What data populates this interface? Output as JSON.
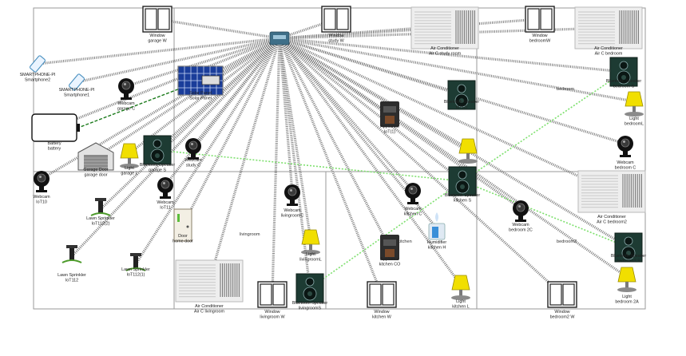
{
  "rooms": [
    "bedroom",
    "livingroom",
    "kitchen",
    "bedroom2"
  ],
  "devices": [
    {
      "id": "hub",
      "type": "hub",
      "lines": []
    },
    {
      "id": "win_garage",
      "type": "window",
      "lines": [
        "Window",
        "garage W"
      ]
    },
    {
      "id": "win_study",
      "type": "window",
      "lines": [
        "Window",
        "study W"
      ]
    },
    {
      "id": "ac_study",
      "type": "ac",
      "lines": [
        "Air Conditioner",
        "Air C study room"
      ]
    },
    {
      "id": "win_bedroom",
      "type": "window",
      "lines": [
        "Window",
        "bedroomW"
      ]
    },
    {
      "id": "ac_bedroom",
      "type": "ac",
      "lines": [
        "Air Conditioner",
        "Air C bedroom"
      ]
    },
    {
      "id": "phone2",
      "type": "phone",
      "lines": [
        "SMARTPHONE-PI",
        "Smartphone2"
      ]
    },
    {
      "id": "phone1",
      "type": "phone",
      "lines": [
        "SMARTPHONE-PI",
        "Smartphone1"
      ]
    },
    {
      "id": "cam_garage",
      "type": "webcam",
      "lines": [
        "Webcam",
        "garage C"
      ]
    },
    {
      "id": "solar",
      "type": "solar",
      "lines": [
        "Solar Panel",
        "Solar Panel"
      ]
    },
    {
      "id": "battery",
      "type": "battery",
      "lines": [
        "Battery",
        "battery"
      ]
    },
    {
      "id": "garage_door",
      "type": "garage",
      "lines": [
        "Garage Door",
        "garage door"
      ]
    },
    {
      "id": "light_garage",
      "type": "light",
      "lines": [
        "Light",
        "garage L"
      ]
    },
    {
      "id": "spk_garage",
      "type": "speaker",
      "lines": [
        "Bluetooth Speaker",
        "garage S"
      ]
    },
    {
      "id": "cam_study",
      "type": "webcam",
      "lines": [
        "Webcam",
        "study C"
      ]
    },
    {
      "id": "cam_iot10",
      "type": "webcam",
      "lines": [
        "Webcam",
        "IoT10"
      ]
    },
    {
      "id": "cam_iot11",
      "type": "webcam",
      "lines": [
        "Webcam",
        "IoT11"
      ]
    },
    {
      "id": "lawn_1122",
      "type": "sprinkler",
      "lines": [
        "Lawn Sprinkler",
        "IoT112(2)"
      ]
    },
    {
      "id": "lawn_112",
      "type": "sprinkler",
      "lines": [
        "Lawn Sprinkler",
        "IoT112"
      ]
    },
    {
      "id": "lawn_1121",
      "type": "sprinkler",
      "lines": [
        "Lawn Sprinkler",
        "IoT112(1)"
      ]
    },
    {
      "id": "door_home",
      "type": "door",
      "lines": [
        "Door",
        "home door"
      ]
    },
    {
      "id": "ac_living",
      "type": "ac",
      "lines": [
        "Air Conditioner",
        "Air C livingroom"
      ]
    },
    {
      "id": "win_living",
      "type": "window",
      "lines": [
        "Window",
        "livingroom W"
      ]
    },
    {
      "id": "spk_living",
      "type": "speaker",
      "lines": [
        "Bluetooth Speaker",
        "livingroomS"
      ]
    },
    {
      "id": "light_living",
      "type": "light",
      "lines": [
        "Light",
        "livingroomL"
      ]
    },
    {
      "id": "cam_living",
      "type": "webcam",
      "lines": [
        "Webcam",
        "livingroomC"
      ]
    },
    {
      "id": "app_iot",
      "type": "coffee",
      "lines": [
        "Appliance",
        "IoT(1)"
      ]
    },
    {
      "id": "spk_study",
      "type": "speaker",
      "lines": [
        "Bluetooth Speaker",
        "IoT(2)"
      ]
    },
    {
      "id": "light_iot",
      "type": "light",
      "lines": [
        "",
        ""
      ]
    },
    {
      "id": "spk_kitchen",
      "type": "speaker",
      "lines": [
        "Bluetooth Speaker",
        "kitchen S"
      ]
    },
    {
      "id": "cam_kitchen",
      "type": "webcam",
      "lines": [
        "Webcam",
        "kitchen C"
      ]
    },
    {
      "id": "app_kitchen",
      "type": "coffee",
      "lines": [
        "Appliance",
        "kitchen CO"
      ]
    },
    {
      "id": "humid",
      "type": "humidifier",
      "lines": [
        "Humidifier",
        "kitchen H"
      ]
    },
    {
      "id": "light_kitchen",
      "type": "light",
      "lines": [
        "Light",
        "kitchen L"
      ]
    },
    {
      "id": "win_kitchen",
      "type": "window",
      "lines": [
        "Window",
        "kitchen W"
      ]
    },
    {
      "id": "spk_bedroom",
      "type": "speaker",
      "lines": [
        "Bluetooth Speaker",
        "bedroom S"
      ]
    },
    {
      "id": "light_bedroom",
      "type": "light",
      "lines": [
        "Light",
        "bedroomL"
      ]
    },
    {
      "id": "cam_bedroom",
      "type": "webcam",
      "lines": [
        "Webcam",
        "bedroom C"
      ]
    },
    {
      "id": "ac_bedroom2",
      "type": "ac",
      "lines": [
        "Air Conditioner",
        "Air C bedroom2"
      ]
    },
    {
      "id": "cam_bedroom2",
      "type": "webcam",
      "lines": [
        "Webcam",
        "bedroom 2C"
      ]
    },
    {
      "id": "spk_bedroom2",
      "type": "speaker",
      "lines": [
        "Bluetooth Speaker",
        "bedroom2 S"
      ]
    },
    {
      "id": "light_bedroom2",
      "type": "light",
      "lines": [
        "Light",
        "bedroom 2A"
      ]
    },
    {
      "id": "win_bedroom2",
      "type": "window",
      "lines": [
        "Window",
        "bedroom2 W"
      ]
    }
  ],
  "links": {
    "hub_spokes": [
      "win_garage",
      "win_study",
      "ac_study",
      "phone2",
      "phone1",
      "cam_garage",
      "solar",
      "cam_study",
      "cam_iot10",
      "cam_iot11",
      "lawn_1122",
      "lawn_112",
      "lawn_1121",
      "door_home",
      "ac_living",
      "win_living",
      "spk_living",
      "light_living",
      "cam_living",
      "app_iot",
      "spk_study",
      "light_iot",
      "spk_kitchen",
      "cam_kitchen",
      "app_kitchen",
      "humid",
      "light_kitchen",
      "win_kitchen",
      "spk_bedroom",
      "light_bedroom",
      "cam_bedroom",
      "ac_bedroom2",
      "cam_bedroom2",
      "spk_bedroom2",
      "light_bedroom2",
      "win_bedroom2",
      "spk_garage",
      "light_garage",
      "garage_door",
      "battery",
      "win_bedroom",
      "ac_bedroom"
    ],
    "wireless": [
      [
        "spk_garage",
        "spk_kitchen"
      ],
      [
        "spk_kitchen",
        "spk_bedroom"
      ],
      [
        "spk_kitchen",
        "spk_bedroom2"
      ],
      [
        "spk_living",
        "spk_kitchen"
      ]
    ],
    "power": [
      [
        "solar",
        "battery"
      ]
    ]
  },
  "colors": {
    "wall": "#9a9a9a",
    "spoke": "#6a6a6a",
    "wireless": "#7ee06e",
    "power": "#1a7a1a"
  }
}
